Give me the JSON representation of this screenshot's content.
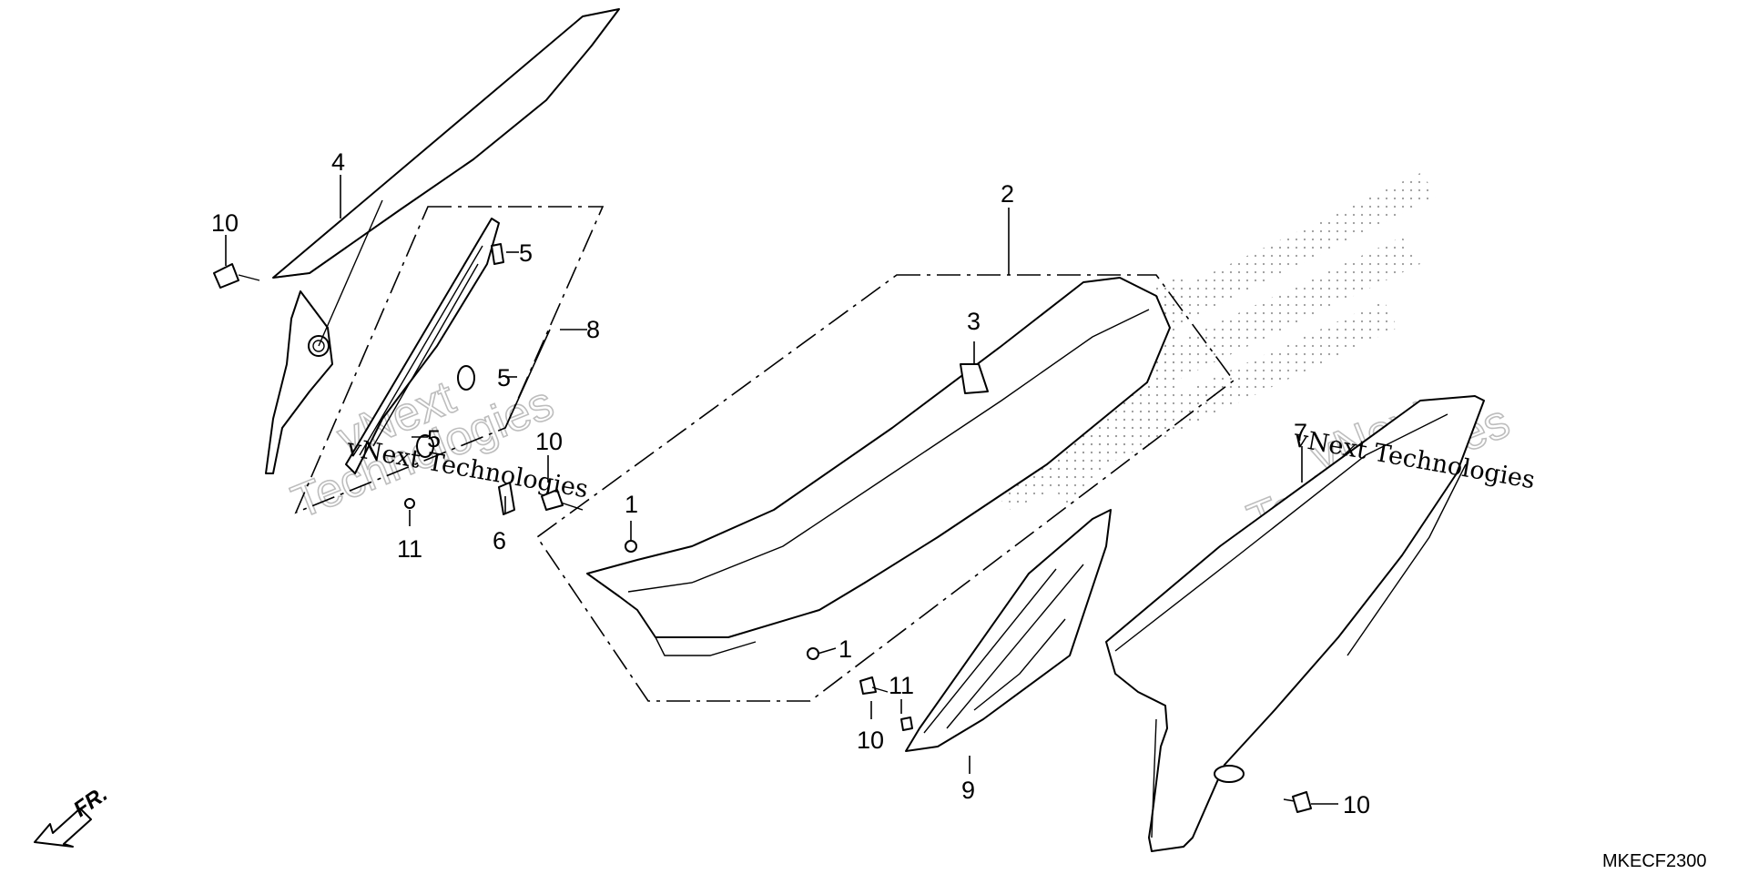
{
  "diagram": {
    "callouts": [
      {
        "id": "c4",
        "label": "4"
      },
      {
        "id": "c10a",
        "label": "10"
      },
      {
        "id": "c5a",
        "label": "5"
      },
      {
        "id": "c8",
        "label": "8"
      },
      {
        "id": "c5b",
        "label": "5"
      },
      {
        "id": "c5c",
        "label": "5"
      },
      {
        "id": "c10b",
        "label": "10"
      },
      {
        "id": "c11a",
        "label": "11"
      },
      {
        "id": "c6",
        "label": "6"
      },
      {
        "id": "c2",
        "label": "2"
      },
      {
        "id": "c3",
        "label": "3"
      },
      {
        "id": "c1a",
        "label": "1"
      },
      {
        "id": "c1b",
        "label": "1"
      },
      {
        "id": "c11b",
        "label": "11"
      },
      {
        "id": "c10c",
        "label": "10"
      },
      {
        "id": "c9",
        "label": "9"
      },
      {
        "id": "c7",
        "label": "7"
      },
      {
        "id": "c10d",
        "label": "10"
      }
    ],
    "watermark": {
      "line1": "vNext",
      "line2": "Technologies",
      "combined": "vNext Technologies"
    },
    "direction_marker": "FR.",
    "diagram_code": "MKECF2300"
  }
}
